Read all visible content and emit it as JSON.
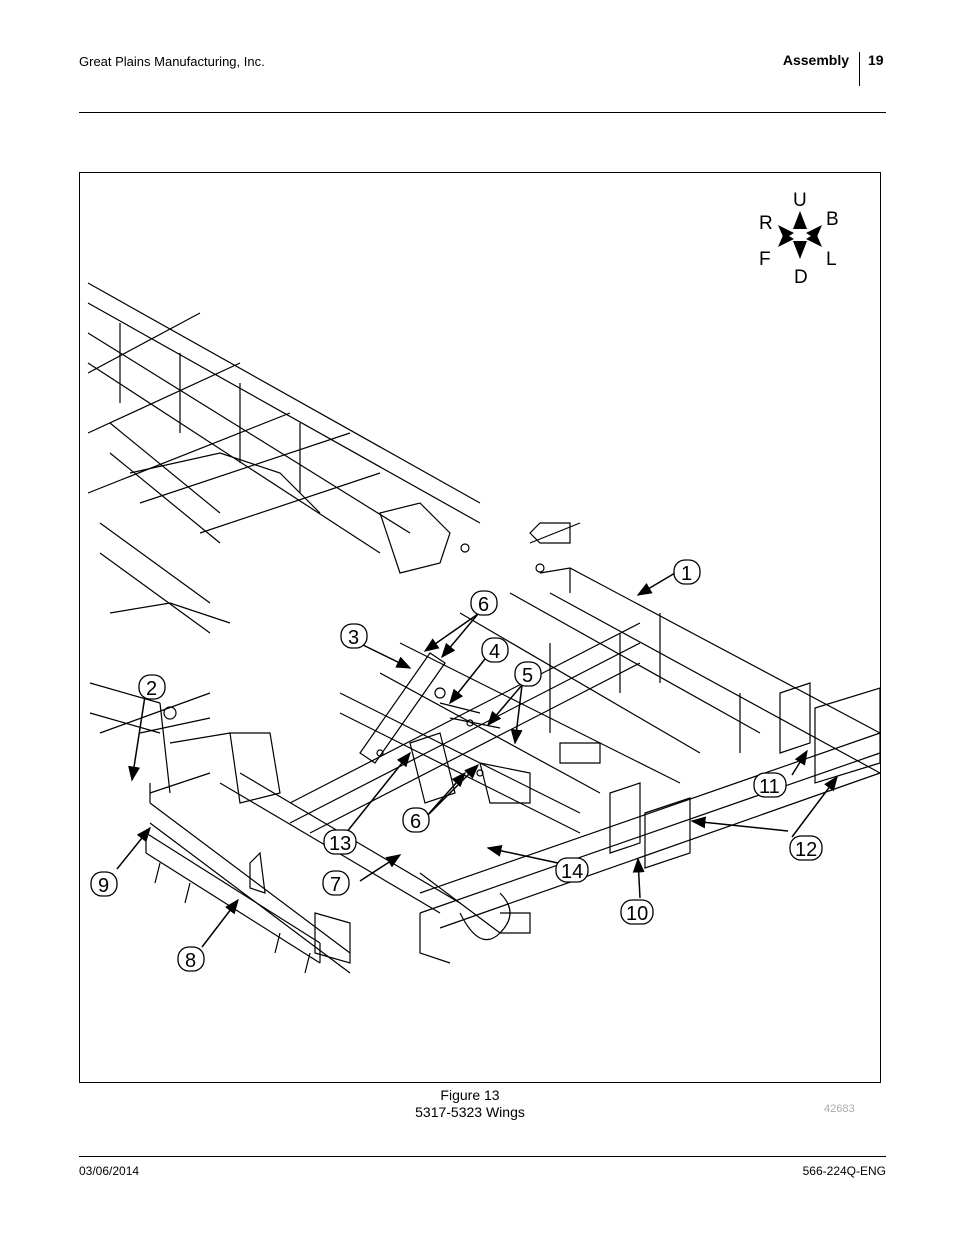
{
  "header": {
    "company": "Great Plains Manufacturing, Inc.",
    "section": "Assembly",
    "page_number": "19"
  },
  "figure": {
    "caption_line1": "Figure 13",
    "caption_line2": "5317-5323 Wings",
    "figure_id": "42683",
    "compass": {
      "up": "U",
      "down": "D",
      "right": "R",
      "back": "B",
      "front": "F",
      "left": "L"
    },
    "callouts": [
      "1",
      "2",
      "3",
      "4",
      "5",
      "6",
      "6",
      "7",
      "8",
      "9",
      "10",
      "11",
      "12",
      "13",
      "14"
    ]
  },
  "footer": {
    "date": "03/06/2014",
    "doc_number": "566-224Q-ENG"
  }
}
